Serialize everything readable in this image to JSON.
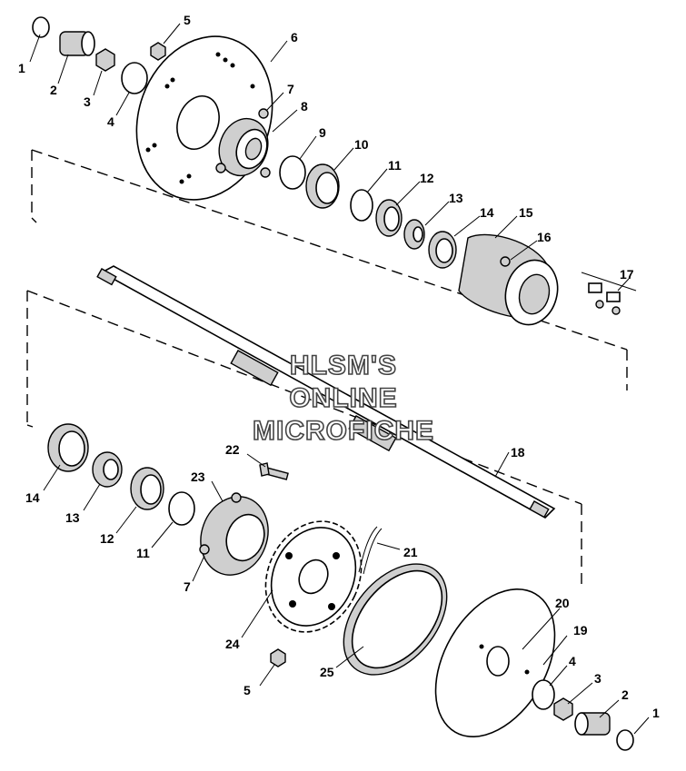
{
  "watermark": {
    "line1": "HLSM'S",
    "line2": "ONLINE",
    "line3": "MICROFICHE"
  },
  "callouts": [
    {
      "id": "c1a",
      "text": "1"
    },
    {
      "id": "c2a",
      "text": "2"
    },
    {
      "id": "c3a",
      "text": "3"
    },
    {
      "id": "c4a",
      "text": "4"
    },
    {
      "id": "c5a",
      "text": "5"
    },
    {
      "id": "c6",
      "text": "6"
    },
    {
      "id": "c7a",
      "text": "7"
    },
    {
      "id": "c8",
      "text": "8"
    },
    {
      "id": "c9",
      "text": "9"
    },
    {
      "id": "c10",
      "text": "10"
    },
    {
      "id": "c11a",
      "text": "11"
    },
    {
      "id": "c12a",
      "text": "12"
    },
    {
      "id": "c13a",
      "text": "13"
    },
    {
      "id": "c14a",
      "text": "14"
    },
    {
      "id": "c15",
      "text": "15"
    },
    {
      "id": "c16",
      "text": "16"
    },
    {
      "id": "c17",
      "text": "17"
    },
    {
      "id": "c18",
      "text": "18"
    },
    {
      "id": "c14b",
      "text": "14"
    },
    {
      "id": "c13b",
      "text": "13"
    },
    {
      "id": "c12b",
      "text": "12"
    },
    {
      "id": "c11b",
      "text": "11"
    },
    {
      "id": "c22",
      "text": "22"
    },
    {
      "id": "c23",
      "text": "23"
    },
    {
      "id": "c7b",
      "text": "7"
    },
    {
      "id": "c21",
      "text": "21"
    },
    {
      "id": "c24",
      "text": "24"
    },
    {
      "id": "c5b",
      "text": "5"
    },
    {
      "id": "c25",
      "text": "25"
    },
    {
      "id": "c20",
      "text": "20"
    },
    {
      "id": "c19",
      "text": "19"
    },
    {
      "id": "c4b",
      "text": "4"
    },
    {
      "id": "c3b",
      "text": "3"
    },
    {
      "id": "c2b",
      "text": "2"
    },
    {
      "id": "c1b",
      "text": "1"
    }
  ]
}
